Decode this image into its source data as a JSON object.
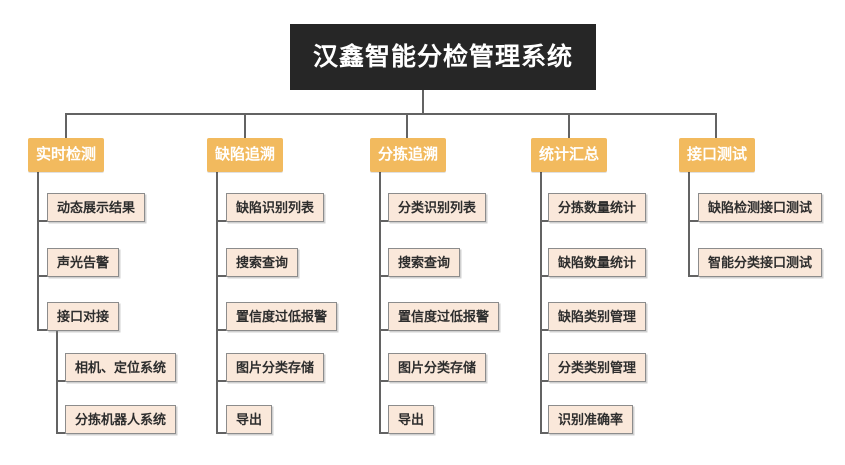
{
  "title": "汉鑫智能分检管理系统",
  "tree": {
    "branches": [
      {
        "label": "实时检测",
        "children": [
          {
            "label": "动态展示结果"
          },
          {
            "label": "声光告警"
          },
          {
            "label": "接口对接",
            "children": [
              {
                "label": "相机、定位系统"
              },
              {
                "label": "分拣机器人系统"
              }
            ]
          }
        ]
      },
      {
        "label": "缺陷追溯",
        "children": [
          {
            "label": "缺陷识别列表"
          },
          {
            "label": "搜索查询"
          },
          {
            "label": "置信度过低报警"
          },
          {
            "label": "图片分类存储"
          },
          {
            "label": "导出"
          }
        ]
      },
      {
        "label": "分拣追溯",
        "children": [
          {
            "label": "分类识别列表"
          },
          {
            "label": "搜索查询"
          },
          {
            "label": "置信度过低报警"
          },
          {
            "label": "图片分类存储"
          },
          {
            "label": "导出"
          }
        ]
      },
      {
        "label": "统计汇总",
        "children": [
          {
            "label": "分拣数量统计"
          },
          {
            "label": "缺陷数量统计"
          },
          {
            "label": "缺陷类别管理"
          },
          {
            "label": "分类类别管理"
          },
          {
            "label": "识别准确率"
          }
        ]
      },
      {
        "label": "接口测试",
        "children": [
          {
            "label": "缺陷检测接口测试"
          },
          {
            "label": "智能分类接口测试"
          }
        ]
      }
    ]
  },
  "colors": {
    "root_bg": "#262626",
    "root_text": "#FFFFFF",
    "branch_bg": "#F2BA5E",
    "branch_text": "#FFFFFF",
    "node_bg": "#FAE8DA",
    "node_border": "#8C8C8C",
    "node_text": "#2D2D2D",
    "connector": "#636363"
  }
}
